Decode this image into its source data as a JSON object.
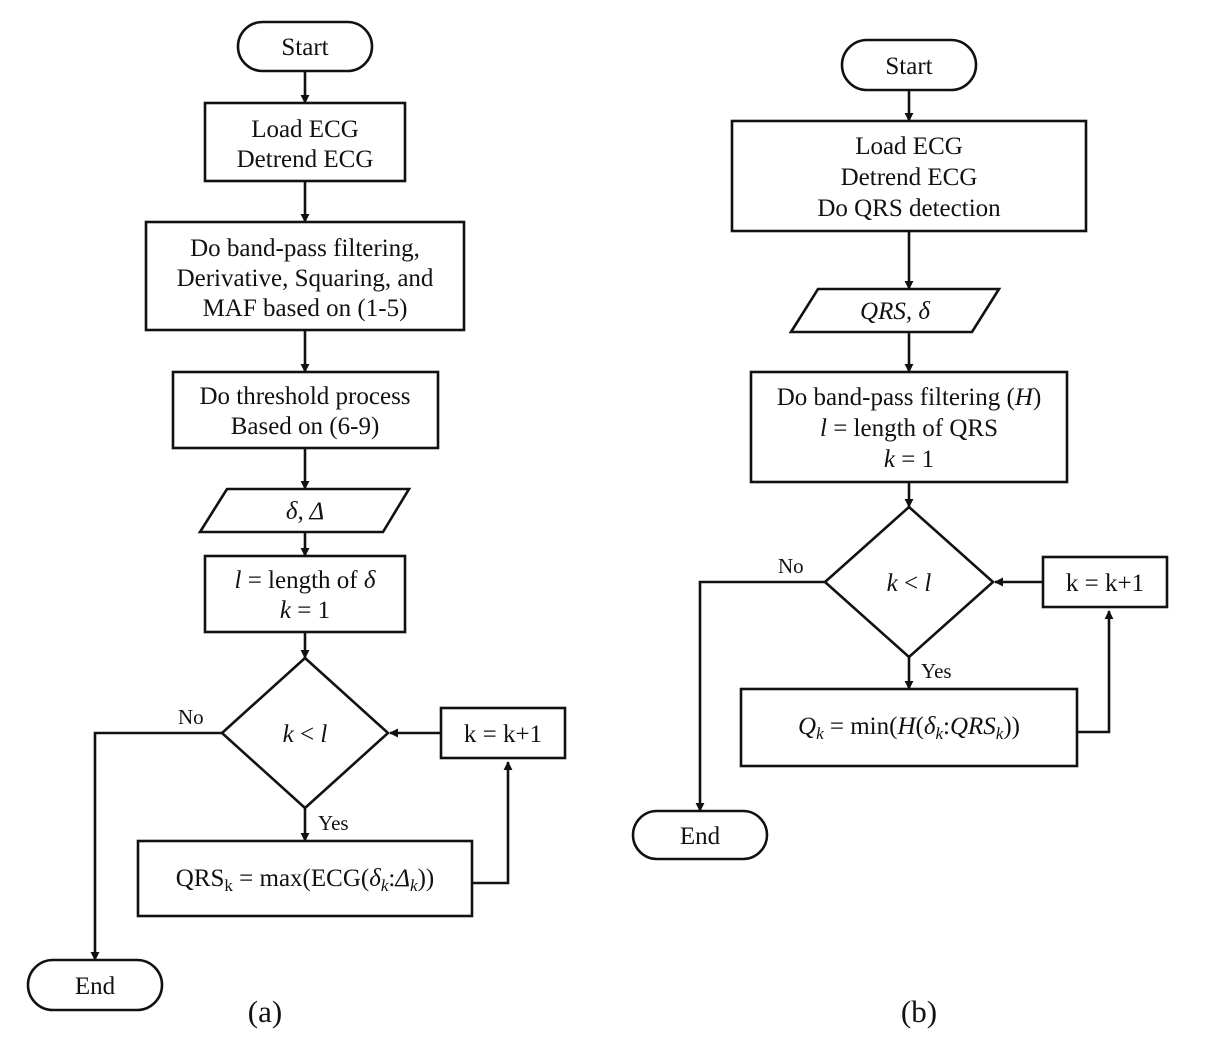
{
  "diagram_a": {
    "caption": "(a)",
    "start": "Start",
    "load_ecg": "Load ECG",
    "detrend_ecg": "Detrend ECG",
    "bandpass_1": "Do band-pass filtering,",
    "bandpass_2": "Derivative, Squaring, and",
    "bandpass_3": "MAF based on (1-5)",
    "threshold_1": "Do threshold process",
    "threshold_2": "Based on (6-9)",
    "io_value": "δ, Δ",
    "init_l_var": "l",
    "init_l_rest": " = length of ",
    "init_l_delta": "δ",
    "init_k_var": "k",
    "init_k_rest": " = 1",
    "cond_k": "k",
    "cond_op": " < ",
    "cond_l": "l",
    "incr": "k = k+1",
    "loop_qrs": "QRS",
    "loop_sub_k": "k",
    "loop_eq": " = max(ECG(",
    "loop_delta": "δ",
    "loop_colon": ":",
    "loop_Delta": "Δ",
    "loop_close": "))",
    "no_label": "No",
    "yes_label": "Yes",
    "end": "End"
  },
  "diagram_b": {
    "caption": "(b)",
    "start": "Start",
    "load_ecg": "Load ECG",
    "detrend_ecg": "Detrend ECG",
    "qrs_detect": "Do QRS detection",
    "io_value": "QRS, δ",
    "bandpass_text": "Do band-pass filtering (",
    "bandpass_H": "H",
    "bandpass_close": ")",
    "init_l_var": "l",
    "init_l_rest": " = length of QRS",
    "init_k_var": "k",
    "init_k_rest": " = 1",
    "cond_k": "k",
    "cond_op": " < ",
    "cond_l": "l",
    "incr": "k = k+1",
    "loop_Q": "Q",
    "loop_sub_k": "k",
    "loop_eq": " = min(",
    "loop_H": "H",
    "loop_paren": "(",
    "loop_delta": "δ",
    "loop_colon": ":",
    "loop_QRS": "QRS",
    "loop_close": "))",
    "no_label": "No",
    "yes_label": "Yes",
    "end": "End"
  }
}
